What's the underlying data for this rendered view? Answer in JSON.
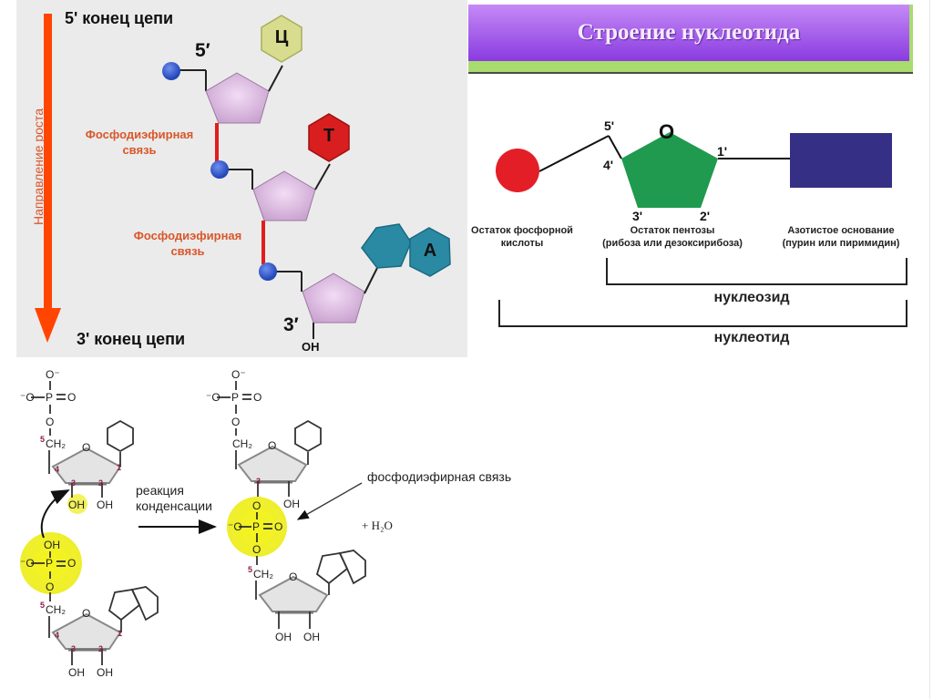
{
  "title": "Строение нуклеотида",
  "chain_diagram": {
    "top_label": "5' конец цепи",
    "bottom_label": "3' конец цепи",
    "growth_direction_label": "Направление роста",
    "five_prime_mark": "5′",
    "three_prime_mark": "3′",
    "oh_label": "OH",
    "bond_labels": [
      {
        "line1": "Фосфодиэфирная",
        "line2": "связь"
      },
      {
        "line1": "Фосфодиэфирная",
        "line2": "связь"
      }
    ],
    "bases": [
      {
        "letter": "Ц",
        "color": "#d8dc8e"
      },
      {
        "letter": "T",
        "color": "#d81e1e"
      },
      {
        "letter": "A",
        "color": "#2a8aa3"
      }
    ],
    "colors": {
      "phosphate": "#3b5fcf",
      "sugar": "#d9b3dc",
      "arrow": "#ff4500",
      "bond": "#e01e1e"
    }
  },
  "nucleotide_structure": {
    "ring_oxygen": "O",
    "carbon_labels": [
      "5'",
      "4'",
      "3'",
      "2'",
      "1'"
    ],
    "parts": [
      {
        "line1": "Остаток фосфорной",
        "line2": "кислоты",
        "color": "#e41e26"
      },
      {
        "line1": "Остаток пентозы",
        "line2": "(рибоза или дезоксирибоза)",
        "color": "#1f9a4f"
      },
      {
        "line1": "Азотистое основание",
        "line2": "(пурин или пиримидин)",
        "color": "#352f86"
      }
    ],
    "brackets": {
      "nucleoside": "нуклеозид",
      "nucleotide": "нуклеотид"
    }
  },
  "reaction": {
    "arrow_label_line1": "реакция",
    "arrow_label_line2": "конденсации",
    "bond_callout": "фосфодиэфирная связь",
    "byproduct": "+  H₂O",
    "atoms": {
      "O": "O",
      "P": "P",
      "OH": "OH",
      "CH2": "CH₂",
      "Ominus": "⁻O",
      "Otop": "O⁻"
    },
    "carbon_numbers": [
      "5",
      "4",
      "3",
      "2",
      "1"
    ],
    "highlight_color": "#f2f21c"
  }
}
